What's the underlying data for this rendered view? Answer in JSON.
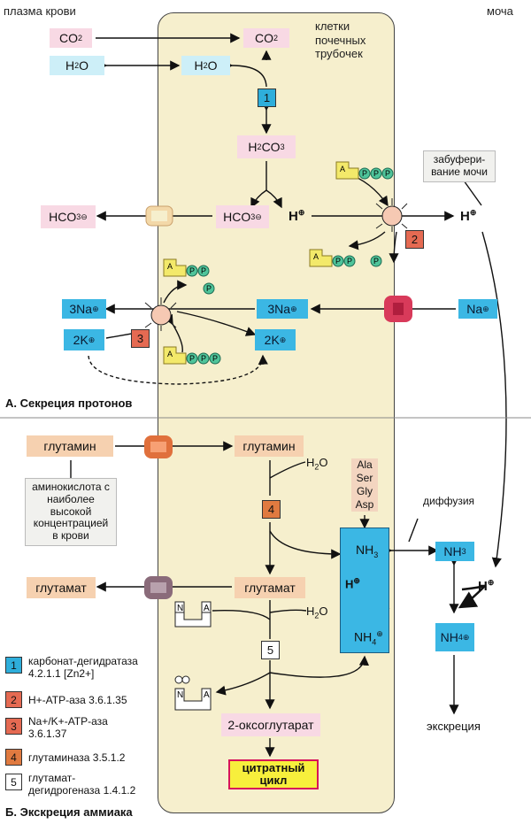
{
  "headers": {
    "plasma": "плазма крови",
    "urine": "моча",
    "cells": "клетки\nпочечных\nтрубочек"
  },
  "section_a": {
    "title": "А. Секреция протонов",
    "co2": "CO2",
    "h2o": "H2O",
    "h2co3": "H2CO3",
    "hco3": "HCO3",
    "h_plus": "H+",
    "na3": "3Na",
    "k2": "2K",
    "na": "Na",
    "atp_a": "A",
    "atp_p": "P",
    "buffer_callout": "забуфери-\nвание мочи"
  },
  "section_b": {
    "title": "Б. Экскреция аммиака",
    "glutamine": "глутамин",
    "glutamate": "глутамат",
    "h2o": "H2O",
    "amino_acids": [
      "Ala",
      "Ser",
      "Gly",
      "Asp"
    ],
    "nh3": "NH3",
    "nh4": "NH4",
    "h_plus": "H+",
    "oxoglutarate": "2-оксоглутарат",
    "citrate_cycle": "цитратный\nцикл",
    "diffusion": "диффузия",
    "excretion": "экскреция",
    "glutamine_note": "аминокислота с\nнаиболее\nвысокой\nконцентрацией\nв крови",
    "nad_n": "N",
    "nad_a": "A"
  },
  "legend": [
    {
      "num": "1",
      "text": "карбонат-дегидратаза\n4.2.1.1 [Zn2+]",
      "color": "#2eaedb"
    },
    {
      "num": "2",
      "text": "H+-ATP-аза 3.6.1.35",
      "color": "#e56a52"
    },
    {
      "num": "3",
      "text": "Na+/K+-ATP-аза\n3.6.1.37",
      "color": "#e56a52"
    },
    {
      "num": "4",
      "text": "глутаминаза 3.5.1.2",
      "color": "#e07a40"
    },
    {
      "num": "5",
      "text": "глутамат-\nдегидрогеназа 1.4.1.2",
      "color": "#ffffff"
    }
  ]
}
